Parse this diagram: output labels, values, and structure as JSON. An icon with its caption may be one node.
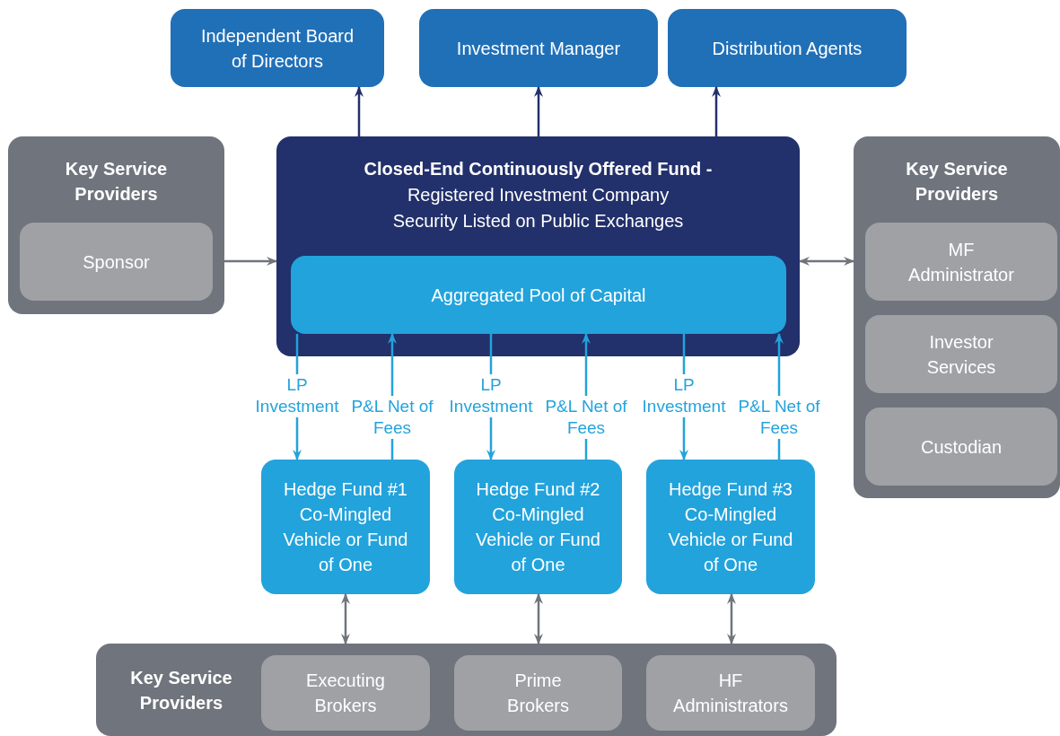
{
  "diagram": {
    "nodes": [
      {
        "text": [
          "Independent Board of Directors"
        ]
      },
      {
        "text": [
          "Investment Manager"
        ]
      },
      {
        "text": [
          "Distribution Agents"
        ]
      },
      {
        "text": [
          "Key Service Providers"
        ]
      },
      {
        "text": [
          "Sponsor"
        ],
        "in": 3
      },
      {
        "text": [
          "Closed-End Continuously Offered Fund -",
          "Registered Investment Company Security Listed on Public Exchanges"
        ]
      },
      {
        "text": [
          "Aggregated Pool of Capital"
        ],
        "in": 5
      },
      {
        "text": [
          "Key Service Providers"
        ]
      },
      {
        "text": [
          "MF Administrator"
        ],
        "in": 7
      },
      {
        "text": [
          "Investor Services"
        ],
        "in": 7
      },
      {
        "text": [
          "Custodian"
        ],
        "in": 7
      },
      {
        "text": [
          "Hedge Fund #1 Co-Mingled Vehicle or Fund of One"
        ]
      },
      {
        "text": [
          "Hedge Fund #2 Co-Mingled Vehicle or Fund of One"
        ]
      },
      {
        "text": [
          "Hedge Fund #3 Co-Mingled Vehicle or Fund of One"
        ]
      },
      {
        "text": [
          "Key Service Providers"
        ]
      },
      {
        "text": [
          "Executing Brokers"
        ],
        "in": 14
      },
      {
        "text": [
          "Prime Brokers"
        ],
        "in": 14
      },
      {
        "text": [
          "HF Administrators"
        ],
        "in": 14
      }
    ],
    "edges": [
      {
        "from": 5,
        "to": 0,
        "arrow": "to",
        "color": "#22306b"
      },
      {
        "from": 5,
        "to": 1,
        "arrow": "to",
        "color": "#22306b"
      },
      {
        "from": 5,
        "to": 2,
        "arrow": "to",
        "color": "#22306b"
      },
      {
        "from": 3,
        "to": 5,
        "arrow": "to",
        "color": "#6f747d"
      },
      {
        "from": 5,
        "to": 7,
        "arrow": "both",
        "color": "#6f747d"
      },
      {
        "from": 6,
        "to": 11,
        "arrow": "to",
        "label": "LP Investment"
      },
      {
        "from": 11,
        "to": 6,
        "arrow": "to",
        "label": "P&L Net of Fees"
      },
      {
        "from": 6,
        "to": 12,
        "arrow": "to",
        "label": "LP Investment"
      },
      {
        "from": 12,
        "to": 6,
        "arrow": "to",
        "label": "P&L Net of Fees"
      },
      {
        "from": 6,
        "to": 13,
        "arrow": "to",
        "label": "LP Investment"
      },
      {
        "from": 13,
        "to": 6,
        "arrow": "to",
        "label": "P&L Net of Fees"
      },
      {
        "from": 11,
        "to": 14,
        "arrow": "both",
        "color": "#6f747d"
      },
      {
        "from": 12,
        "to": 14,
        "arrow": "both",
        "color": "#6f747d"
      },
      {
        "from": 13,
        "to": 14,
        "arrow": "both",
        "color": "#6f747d"
      }
    ]
  }
}
